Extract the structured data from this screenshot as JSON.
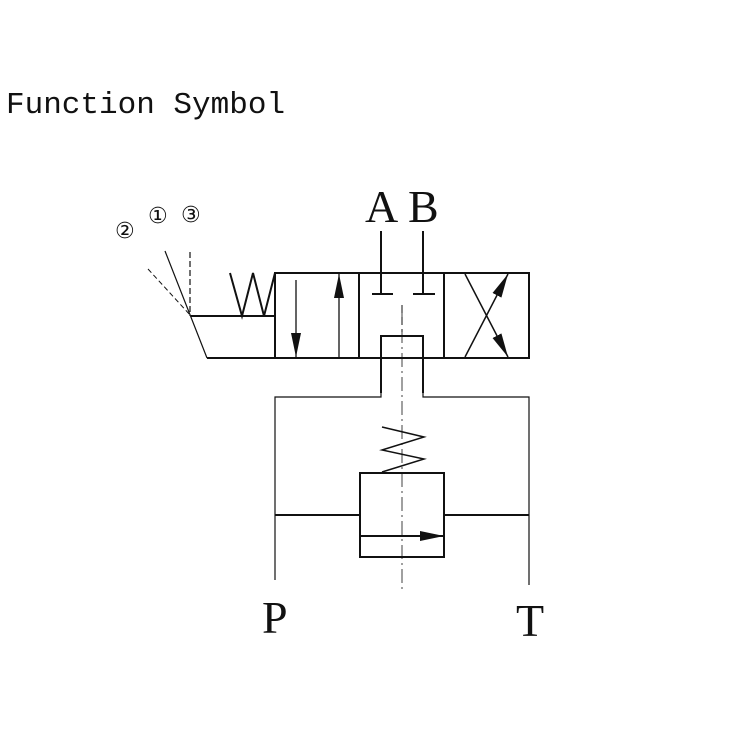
{
  "title": "Function Symbol",
  "ports": {
    "a": "A",
    "b": "B",
    "p": "P",
    "t": "T"
  },
  "operator_positions": [
    "②",
    "①",
    "③"
  ],
  "colors": {
    "line": "#111111",
    "background": "#ffffff"
  }
}
